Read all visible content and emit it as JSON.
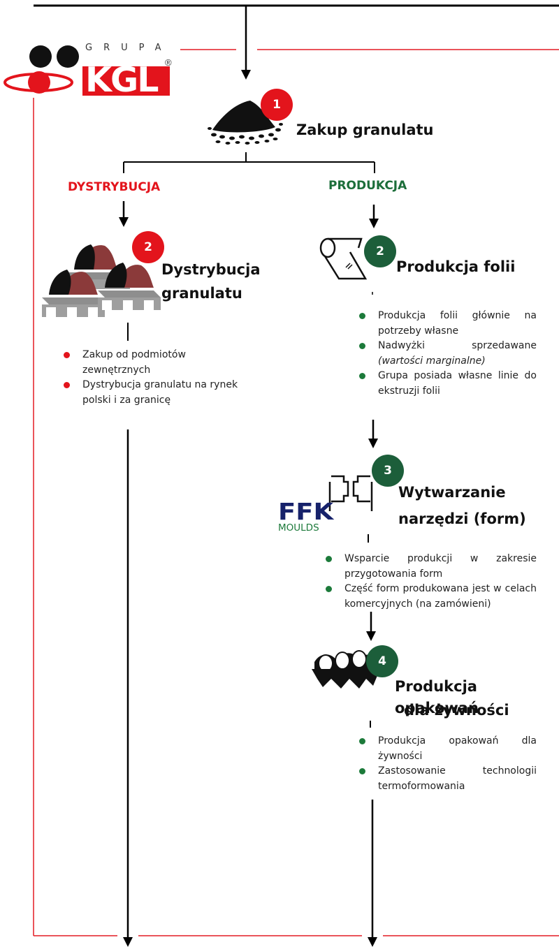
{
  "logo": {
    "prefix": "GRUPA",
    "name": "KGL",
    "reg_mark": "®"
  },
  "colors": {
    "red": "#e3141c",
    "green": "#1c5e3a",
    "line_red": "#e31b23",
    "arrow": "#000000"
  },
  "steps": {
    "zakup": {
      "badge": "1",
      "title": "Zakup granulatu",
      "icon": "granulate-pile-icon"
    },
    "dystrybucja": {
      "badge": "2",
      "title_line1": "Dystrybucja",
      "title_line2": "granulatu",
      "icon": "pallets-icon",
      "bullets": [
        "Zakup od podmiotów zewnętrznych",
        "Dystrybucja granulatu na rynek polski i za granicę"
      ]
    },
    "folia": {
      "badge": "2",
      "title": "Produkcja folii",
      "icon": "film-roll-icon",
      "bullets": [
        "Produkcja folii głównie na potrzeby własne",
        "Nadwyżki sprzedawane",
        "Grupa posiada własne linie do ekstruzji folii"
      ],
      "bullet2_italic": "(wartości marginalne)"
    },
    "formy": {
      "badge": "3",
      "title_line1": "Wytwarzanie",
      "title_line2": "narzędzi (form)",
      "icon": "mould-icon",
      "logo_big": "FFK",
      "logo_small": "MOULDS",
      "bullets": [
        "Wsparcie produkcji w zakresie przygotowania form",
        "Część form produkowana jest w celach komercyjnych (na zamówieni)"
      ]
    },
    "opakowania": {
      "badge": "4",
      "title_line1": "Produkcja opakowań",
      "title_line2": "dla żywności",
      "icon": "egg-tray-icon",
      "bullets": [
        "Produkcja opakowań dla żywności",
        "Zastosowanie technologii termoformowania"
      ]
    }
  },
  "branches": {
    "left": "DYSTRYBUCJA",
    "right": "PRODUKCJA"
  }
}
